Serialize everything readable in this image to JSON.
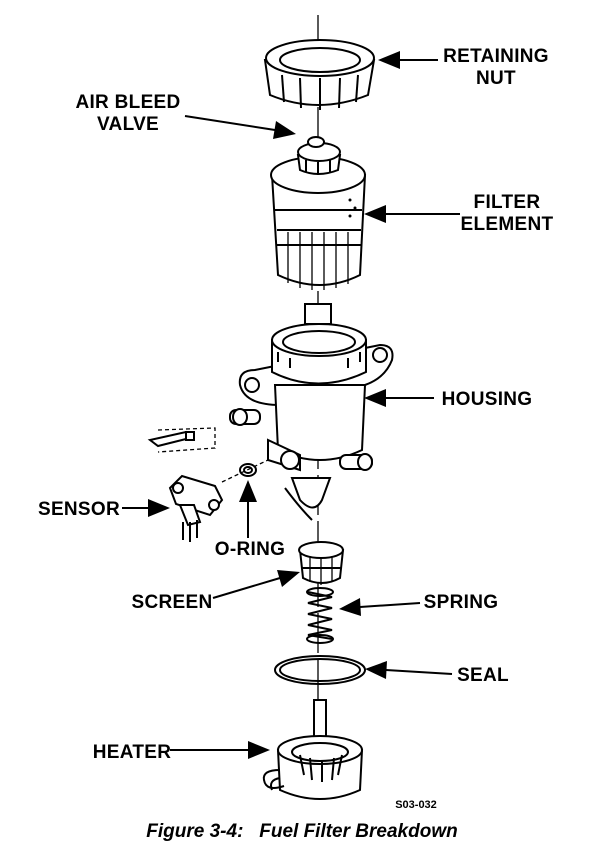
{
  "labels": {
    "retaining_nut_1": "RETAINING",
    "retaining_nut_2": "NUT",
    "air_bleed_1": "AIR BLEED",
    "air_bleed_2": "VALVE",
    "filter_element_1": "FILTER",
    "filter_element_2": "ELEMENT",
    "housing": "HOUSING",
    "sensor": "SENSOR",
    "o_ring": "O-RING",
    "screen": "SCREEN",
    "spring": "SPRING",
    "seal": "SEAL",
    "heater": "HEATER"
  },
  "figure_code": "S03-032",
  "caption": "Figure 3-4:   Fuel Filter Breakdown"
}
